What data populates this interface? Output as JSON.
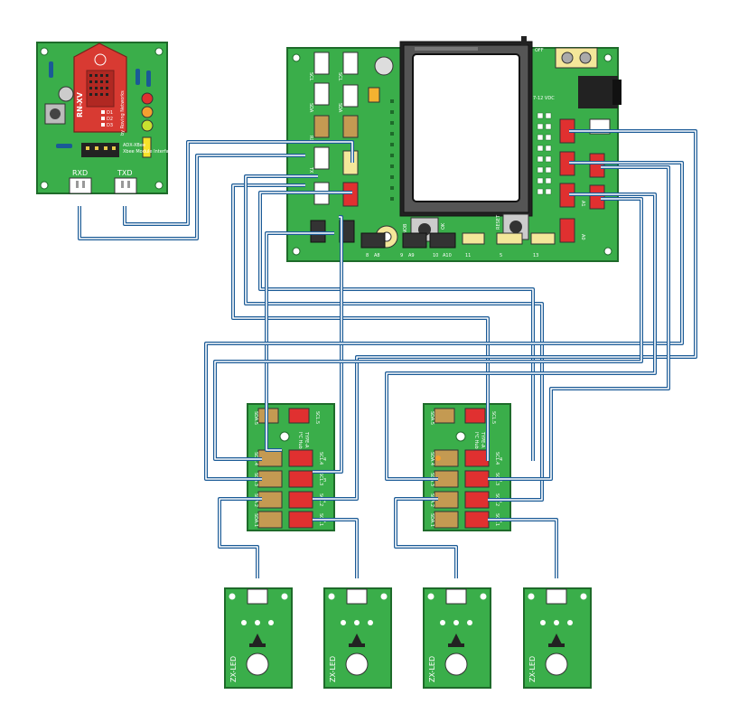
{
  "colors": {
    "board_green": "#3aae4a",
    "board_outline": "#1e6b2a",
    "wire_blue": "#1a5a96",
    "xbee_red": "#d83a32",
    "connector_tan": "#c49a52",
    "connector_red": "#e03030",
    "connector_white": "#ffffff",
    "connector_yellow": "#f4e79a"
  },
  "xbee_board": {
    "module_label": "RN-XV",
    "module_sublabel": "by Roving Networks",
    "pins": [
      "D1",
      "D2",
      "D3"
    ],
    "board_title": "ADX-XBee",
    "board_subtitle": "Xbee Module Interface Board",
    "rxd_label": "RXD",
    "txd_label": "TXD"
  },
  "main_board": {
    "off_label": "OFF",
    "power_label": "7-12 VDC",
    "knob_label": "KNOB",
    "ok_label": "OK",
    "reset_label": "RESET",
    "header_labels": [
      "8",
      "A8",
      "9",
      "A9",
      "10",
      "A10",
      "11",
      "5",
      "13"
    ],
    "side_labels": [
      "A1",
      "A0"
    ],
    "left_port_labels": [
      "SCL",
      "SDA",
      "SCL",
      "SDA",
      "RX",
      "TX"
    ]
  },
  "i2c_hubs": [
    {
      "title": "I²C Hub",
      "subtitle": "TYPE-A",
      "left_labels": [
        "SDA.5",
        "SDA.4",
        "SDA.3",
        "SDA.2",
        "SDA.1"
      ],
      "right_labels": [
        "SCL.5",
        "SCL.4",
        "SCL.3",
        "SCL.2",
        "SCL.1"
      ],
      "numbers": [
        "4",
        "3",
        "2",
        "1"
      ]
    },
    {
      "title": "I²C Hub",
      "subtitle": "TYPE-A",
      "left_labels": [
        "SDA.5",
        "SDA.4",
        "SDA.3",
        "SDA.2",
        "SDA.1"
      ],
      "right_labels": [
        "SCL.5",
        "SCL.4",
        "SCL.3",
        "SCL.2",
        "SCL.1"
      ],
      "numbers": [
        "4",
        "3",
        "2",
        "1"
      ]
    }
  ],
  "led_modules": [
    {
      "label": "ZX-LED"
    },
    {
      "label": "ZX-LED"
    },
    {
      "label": "ZX-LED"
    },
    {
      "label": "ZX-LED"
    }
  ]
}
